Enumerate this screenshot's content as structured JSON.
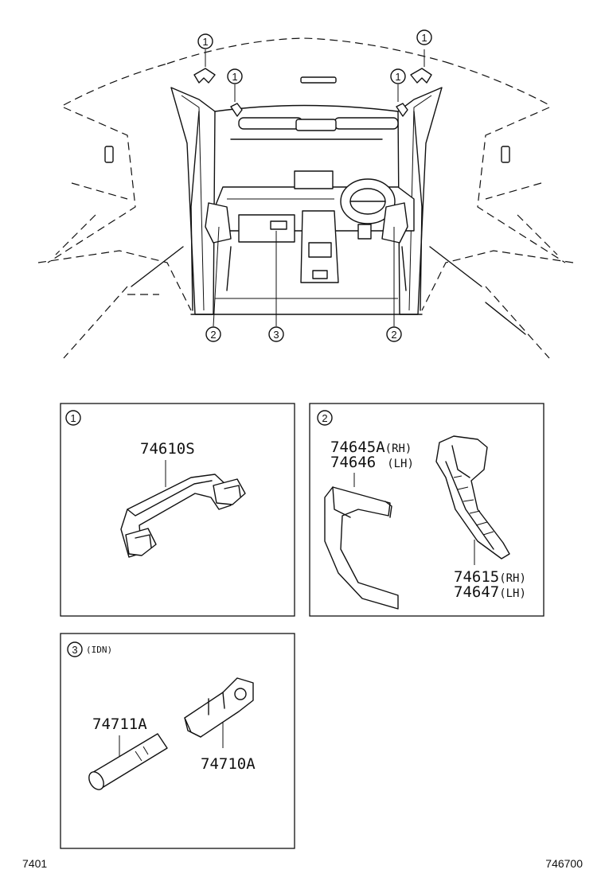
{
  "callouts": {
    "one": "1",
    "two": "2",
    "three": "3"
  },
  "panels": {
    "panel1": {
      "callout": "1",
      "parts": [
        {
          "number": "74610S",
          "suffix": ""
        }
      ]
    },
    "panel2": {
      "callout": "2",
      "parts": [
        {
          "number": "74645A",
          "suffix": "(RH)"
        },
        {
          "number": "74646",
          "suffix": "(LH)"
        },
        {
          "number": "74615",
          "suffix": "(RH)"
        },
        {
          "number": "74647",
          "suffix": "(LH)"
        }
      ]
    },
    "panel3": {
      "callout": "3",
      "note": "(IDN)",
      "parts": [
        {
          "number": "74711A",
          "suffix": ""
        },
        {
          "number": "74710A",
          "suffix": ""
        }
      ]
    }
  },
  "footer": {
    "left_code": "7401",
    "right_code": "746700"
  }
}
